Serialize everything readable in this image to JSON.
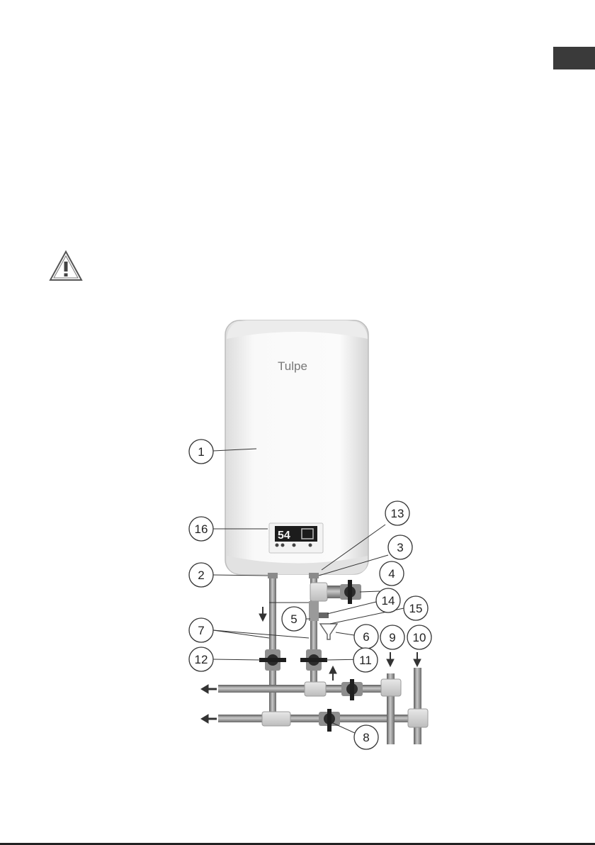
{
  "brand": {
    "logo_text": "Tulpe"
  },
  "display": {
    "temperature": "54"
  },
  "callouts": [
    "1",
    "2",
    "3",
    "4",
    "5",
    "6",
    "7",
    "8",
    "9",
    "10",
    "11",
    "12",
    "13",
    "14",
    "15",
    "16"
  ]
}
